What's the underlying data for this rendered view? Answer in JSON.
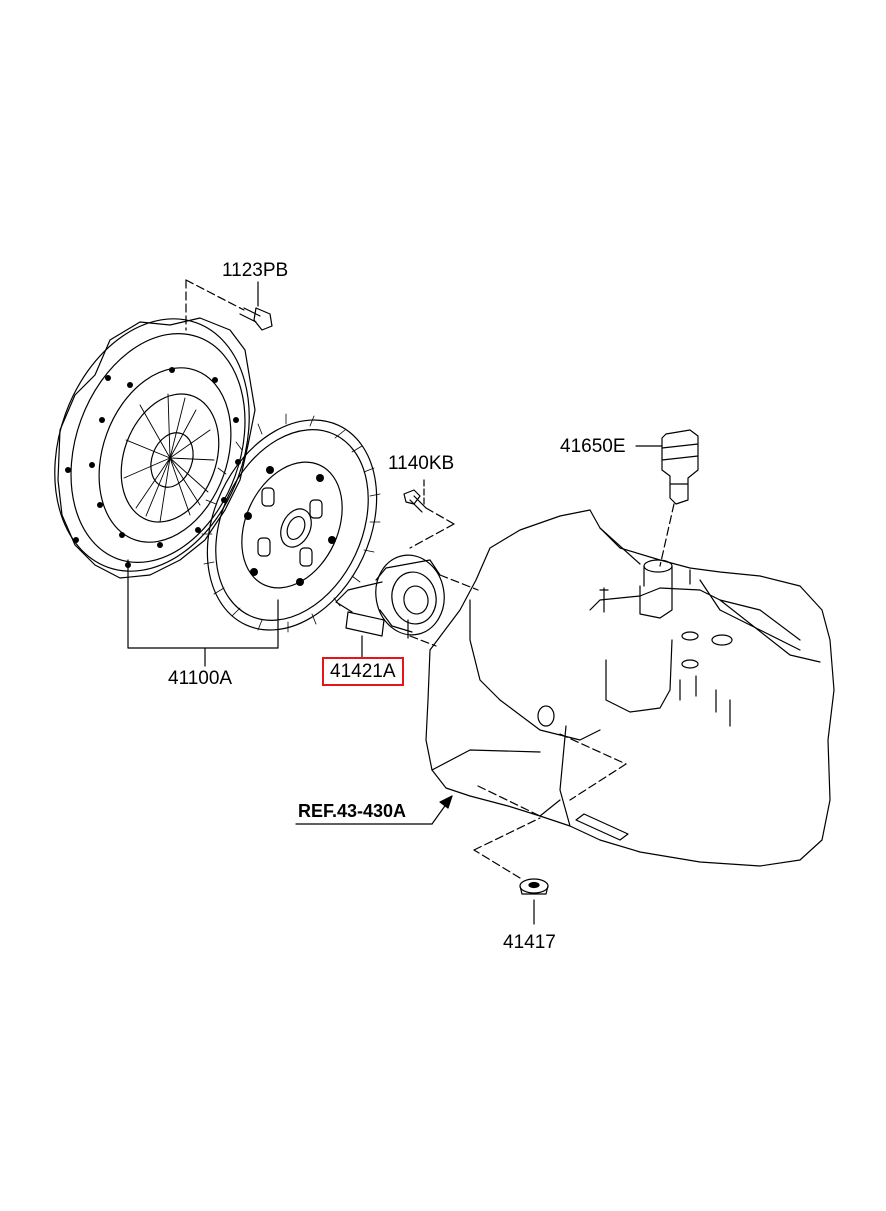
{
  "labels": {
    "bolt_1123PB": "1123PB",
    "clutch_cover_disc_set": "41100A",
    "bolt_1140KB": "1140KB",
    "release_cylinder": "41421A",
    "connector_41650E": "41650E",
    "reference": "REF.43-430A",
    "cap_41417": "41417"
  },
  "colors": {
    "line": "#000000",
    "highlight_border": "#e3151a",
    "background": "#ffffff"
  }
}
